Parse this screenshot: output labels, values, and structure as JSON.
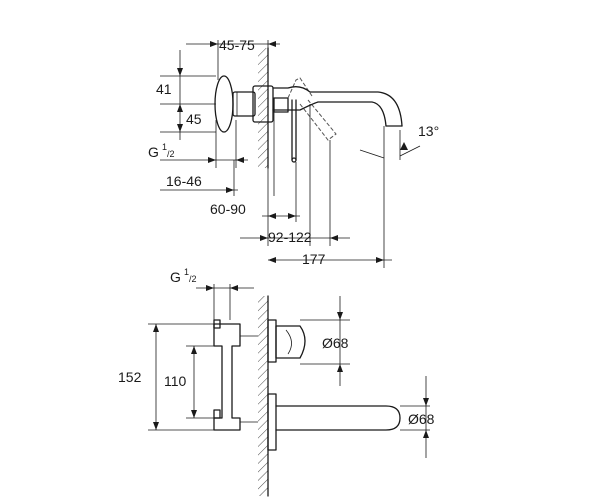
{
  "top_view": {
    "dim_wall_depth": "45-75",
    "dim_41": "41",
    "dim_45": "45",
    "thread_main": "G",
    "thread_sup": "1",
    "thread_sub": "/2",
    "dim_16_46": "16-46",
    "dim_60_90": "60-90",
    "dim_92_122": "92-122",
    "dim_177": "177",
    "angle": "13°"
  },
  "bottom_view": {
    "thread_main": "G",
    "thread_sup": "1",
    "thread_sub": "/2",
    "dim_152": "152",
    "dim_110": "110",
    "dia_lever": "Ø68",
    "dia_spout": "Ø68"
  }
}
